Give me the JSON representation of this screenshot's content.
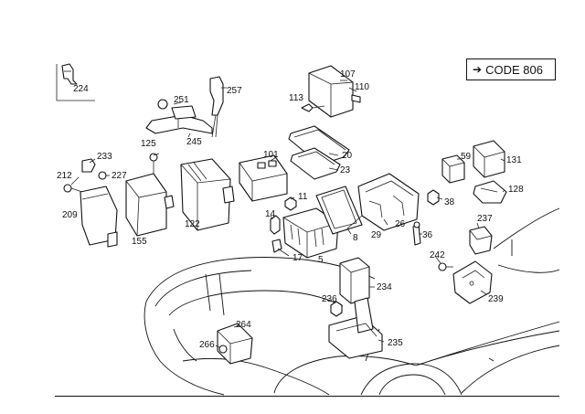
{
  "code_box": {
    "arrow": "➔",
    "text": "CODE 806"
  },
  "labels": {
    "l224": "224",
    "l251": "251",
    "l257": "257",
    "l245": "245",
    "l107": "107",
    "l110": "110",
    "l113": "113",
    "l125": "125",
    "l233": "233",
    "l212": "212",
    "l227": "227",
    "l209": "209",
    "l155": "155",
    "l122": "122",
    "l101": "101",
    "l20": "20",
    "l23": "23",
    "l11": "11",
    "l14": "14",
    "l17": "17",
    "l5": "5",
    "l8": "8",
    "l29": "29",
    "l26": "26",
    "l36": "36",
    "l38": "38",
    "l59": "59",
    "l131": "131",
    "l128": "128",
    "l237": "237",
    "l242": "242",
    "l239": "239",
    "l234": "234",
    "l236": "236",
    "l235": "235",
    "l264": "264",
    "l266": "266"
  }
}
